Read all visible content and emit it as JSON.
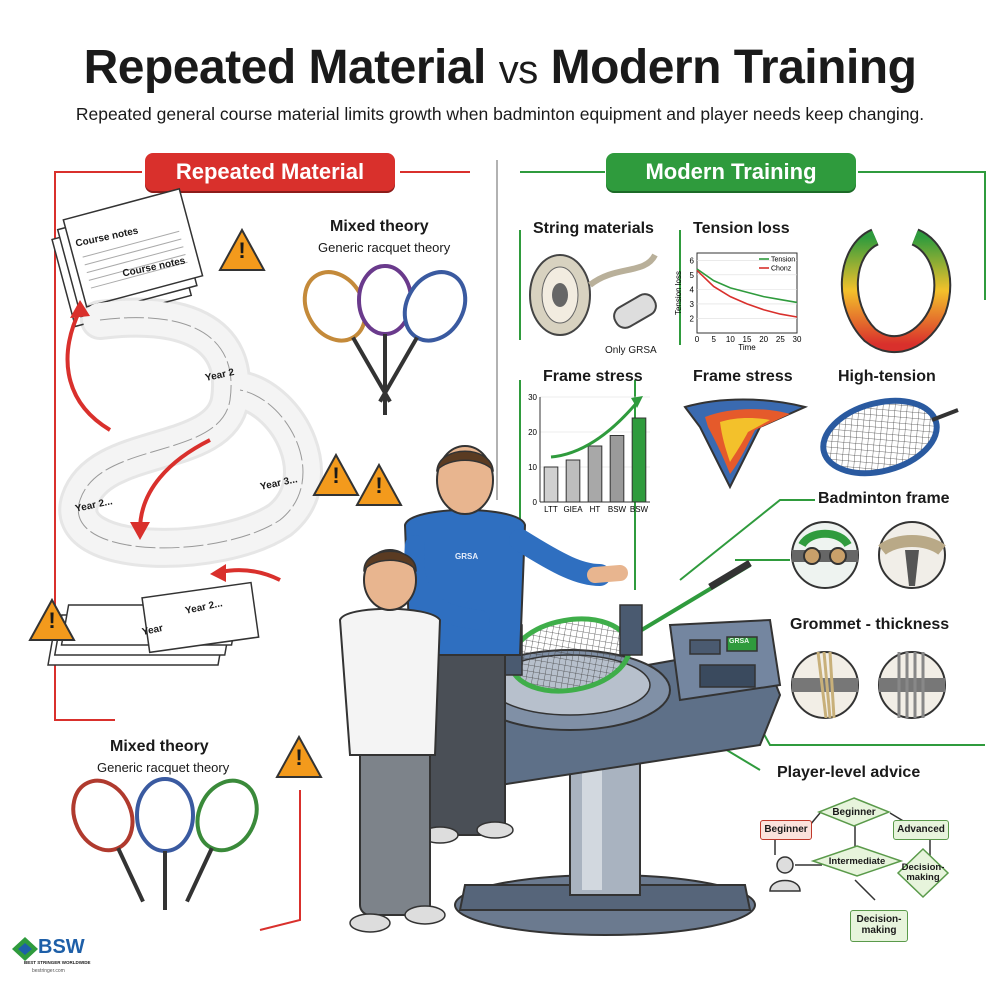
{
  "header": {
    "title_left": "Repeated Material",
    "title_vs": "vs",
    "title_right": "Modern Training",
    "subtitle": "Repeated general course material limits growth when badminton equipment and player needs keep changing."
  },
  "left": {
    "section_label": "Repeated Material",
    "paper_notes": [
      "Course notes",
      "Course notes"
    ],
    "year_labels": [
      "Year 2",
      "Year 2...",
      "Year 3...",
      "Year 2...",
      "Year"
    ],
    "mixed_theory_top": {
      "title": "Mixed theory",
      "subtitle": "Generic racquet theory"
    },
    "mixed_theory_bottom": {
      "title": "Mixed theory",
      "subtitle": "Generic racquet theory"
    },
    "warning_glyph": "!"
  },
  "right": {
    "section_label": "Modern Training",
    "string_materials": {
      "title": "String materials",
      "caption": "Only GRSA"
    },
    "tension_loss": {
      "title": "Tension loss",
      "ylabel": "Tension loss",
      "xlabel": "Time",
      "yticks": [
        "6",
        "5",
        "4",
        "3",
        "2"
      ],
      "xticks": [
        "0",
        "5",
        "10",
        "15",
        "20",
        "25",
        "30"
      ],
      "legend": [
        "Tension",
        "Chonz"
      ]
    },
    "frame_stress_chart": {
      "title": "Frame stress",
      "yticks": [
        "30",
        "20",
        "10",
        "0"
      ],
      "categories": [
        "LTT",
        "GIEA",
        "HT",
        "BSW",
        "BSW"
      ]
    },
    "frame_stress_label": "Frame stress",
    "high_tension_label": "High-tension",
    "badminton_frame_label": "Badminton frame",
    "grommet_label": "Grommet - thickness",
    "player_level_label": "Player-level advice",
    "flowchart": {
      "beginner_left": "Beginner",
      "beginner_top": "Beginner",
      "intermediate": "Intermediate",
      "advanced": "Advanced",
      "decision_right": "Decision-making",
      "decision_bottom": "Decision-making"
    }
  },
  "scene": {
    "shirt_logo": "GRSA",
    "machine_badge": "GRSA"
  },
  "logo": {
    "name": "BSW",
    "tagline": "BEST STRINGER WORLDWIDE",
    "url": "bestringer.com"
  },
  "colors": {
    "red": "#d9302c",
    "green": "#2f9b3d",
    "warning": "#f39a1c",
    "machine": "#5e7088",
    "shirt": "#2f6fc0"
  },
  "chart_data": [
    {
      "type": "line",
      "title": "Tension loss",
      "xlabel": "Time",
      "ylabel": "Tension loss",
      "x": [
        0,
        5,
        10,
        15,
        20,
        25,
        30
      ],
      "series": [
        {
          "name": "Tension",
          "values": [
            5.4,
            4.6,
            4.1,
            3.8,
            3.5,
            3.3,
            3.1
          ]
        },
        {
          "name": "Chonz",
          "values": [
            5.3,
            4.2,
            3.5,
            3.0,
            2.6,
            2.3,
            2.1
          ]
        }
      ],
      "ylim": [
        1,
        6.5
      ],
      "xlim": [
        0,
        30
      ],
      "grid": true,
      "legend": "top-right"
    },
    {
      "type": "bar",
      "title": "Frame stress",
      "categories": [
        "LTT",
        "GIEA",
        "HT",
        "BSW",
        "BSW"
      ],
      "values": [
        10,
        12,
        16,
        19,
        24
      ],
      "ylim": [
        0,
        30
      ],
      "grid": true
    }
  ]
}
